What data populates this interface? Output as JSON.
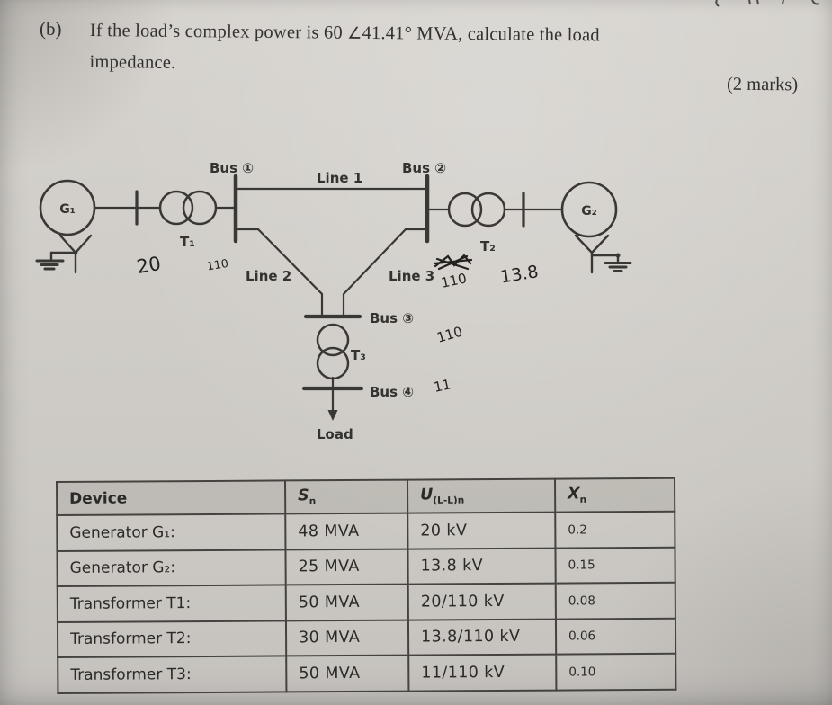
{
  "question": {
    "label": "(b)",
    "line1_part1": "If the load’s complex power is 60 ",
    "line1_angle": "∠",
    "line1_part2": "41.41° MVA, calculate the load",
    "line2": "impedance.",
    "marks": "(2 marks)"
  },
  "diagram": {
    "labels": {
      "g1": "G₁",
      "g2": "G₂",
      "t1": "T₁",
      "t2": "T₂",
      "t3": "T₃",
      "bus1": "Bus ①",
      "bus2": "Bus ②",
      "bus3": "Bus ③",
      "bus4": "Bus ④",
      "line1": "Line 1",
      "line2": "Line 2",
      "line3": "Line 3",
      "load": "Load"
    },
    "handwritten": {
      "g1_voltage": "20",
      "bus1_voltage": "110",
      "line3_voltage": "110",
      "g2_voltage": "13.8",
      "bus3_voltage": "110",
      "bus4_voltage": "11"
    }
  },
  "table": {
    "col_headers": {
      "device": "Device",
      "s": "S",
      "s_sub": "n",
      "u": "U",
      "u_sub": "(L-L)n",
      "x": "X",
      "x_sub": "n"
    },
    "rows": [
      {
        "device": "Generator G₁:",
        "s": "48 MVA",
        "u": "20 kV",
        "x": "0.2"
      },
      {
        "device": "Generator G₂:",
        "s": "25 MVA",
        "u": "13.8 kV",
        "x": "0.15"
      },
      {
        "device": "Transformer T1:",
        "s": "50 MVA",
        "u": "20/110 kV",
        "x": "0.08"
      },
      {
        "device": "Transformer T2:",
        "s": "30 MVA",
        "u": "13.8/110 kV",
        "x": "0.06"
      },
      {
        "device": "Transformer T3:",
        "s": "50 MVA",
        "u": "11/110 kV",
        "x": "0.10"
      }
    ]
  },
  "colors": {
    "ink": "#3a3835",
    "hand_ink": "#24221e",
    "paper": "#cfccc7"
  }
}
